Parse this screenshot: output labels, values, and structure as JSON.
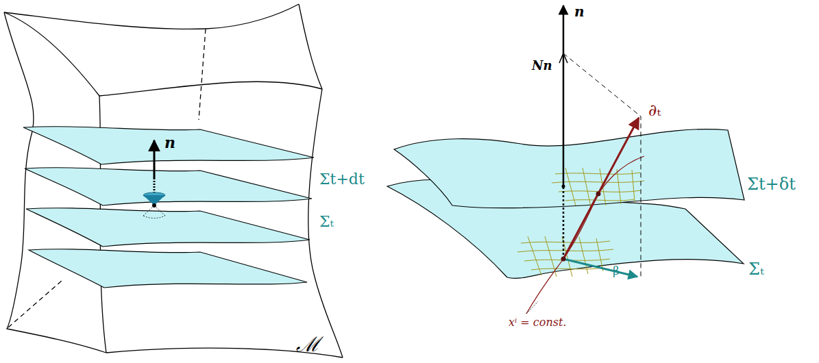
{
  "diagram": {
    "labels": [
      "n",
      "Σt+dt",
      "Σₜ",
      "ℳ",
      "n",
      "Nn",
      "∂ₜ",
      "β",
      "Σt+δt",
      "Σₜ",
      "xⁱ = const."
    ]
  }
}
